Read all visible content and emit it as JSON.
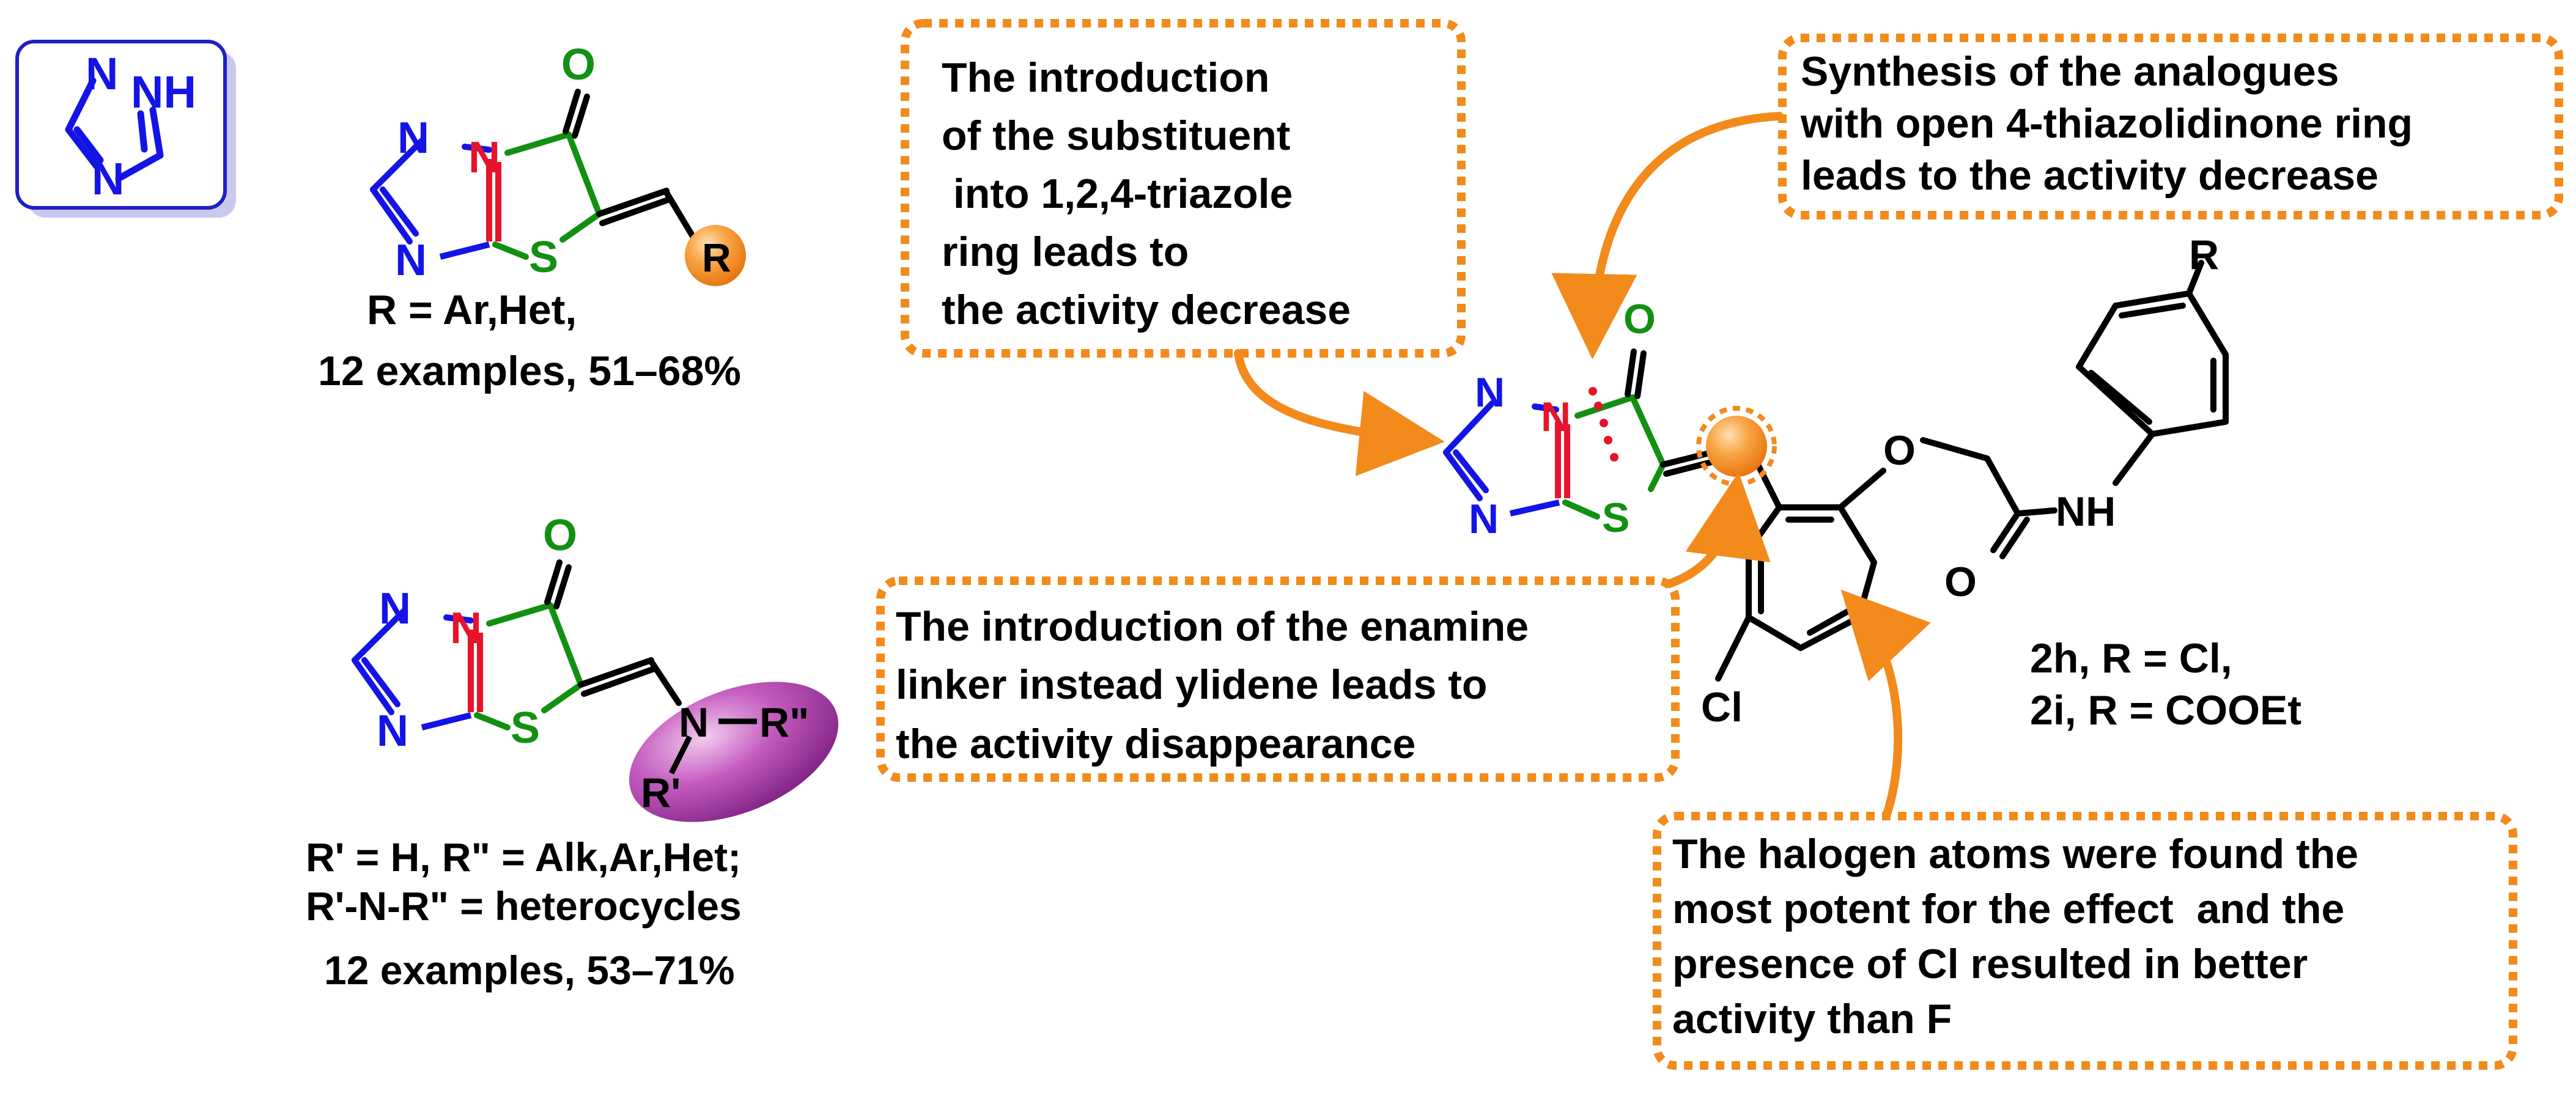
{
  "atoms": {
    "O": "O",
    "N": "N",
    "NH": "NH",
    "S": "S",
    "R": "R",
    "Cl": "Cl",
    "Rp": "R'",
    "Rpp": "R\""
  },
  "colors": {
    "nitrogen": "#1414e6",
    "sulfur_ring": "#129012",
    "n_bridgehead": "#e8132b",
    "black": "#000000",
    "callout_border": "#f28a1c",
    "arrow": "#f28a1c",
    "r_ball": "#f58a1a",
    "ellipse": "#9b2a9b",
    "triazole_box_border": "#1f1fc8",
    "triazole_box_shadow": "#c9c9ef"
  },
  "compound1": {
    "caption_line1": "R = Ar,Het,",
    "caption_line2": "12 examples, 51–68%"
  },
  "compound2": {
    "caption_line1": "R' = H, R\" = Alk,Ar,Het;",
    "caption_line2": "R'-N-R\" = heterocycles",
    "caption_line3": "12 examples, 53–71%"
  },
  "main_compound": {
    "label_line1": "2h, R = Cl,",
    "label_line2": "2i, R = COOEt"
  },
  "callouts": {
    "triazole_substituent": [
      "The introduction",
      "of the substituent",
      " into 1,2,4-triazole",
      "ring leads to",
      "the activity decrease"
    ],
    "open_ring": [
      "Synthesis of the analogues",
      "with open 4-thiazolidinone ring",
      "leads to the activity decrease"
    ],
    "enamine": [
      "The introduction of the enamine",
      "linker instead ylidene leads to",
      "the activity disappearance"
    ],
    "halogen": [
      "The halogen atoms were found the",
      "most potent for the effect  and the",
      "presence of Cl resulted in better",
      "activity than F"
    ]
  }
}
